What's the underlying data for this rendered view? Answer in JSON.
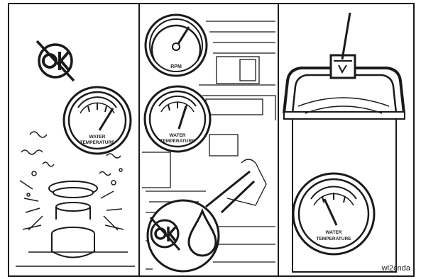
{
  "panels": [
    {
      "id": "left",
      "gauge_label_line1": "WATER",
      "gauge_label_line2": "TEMPERATURE",
      "symbols": [
        "no-ok-icon",
        "steam-icon",
        "radiator-cap-icon"
      ]
    },
    {
      "id": "middle",
      "tach_label": "RPM",
      "gauge_label_line1": "WATER",
      "gauge_label_line2": "TEMPERATURE",
      "symbols": [
        "tachometer-icon",
        "no-ok-icon",
        "water-drop-icon"
      ]
    },
    {
      "id": "right",
      "gauge_label_line1": "WATER",
      "gauge_label_line2": "TEMPERATURE",
      "symbols": [
        "coolant-tank-icon",
        "fill-arrow-icon"
      ]
    }
  ],
  "figure_code": "wl2cnda",
  "colors": {
    "ink": "#1a1a1a",
    "paper": "#ffffff"
  }
}
